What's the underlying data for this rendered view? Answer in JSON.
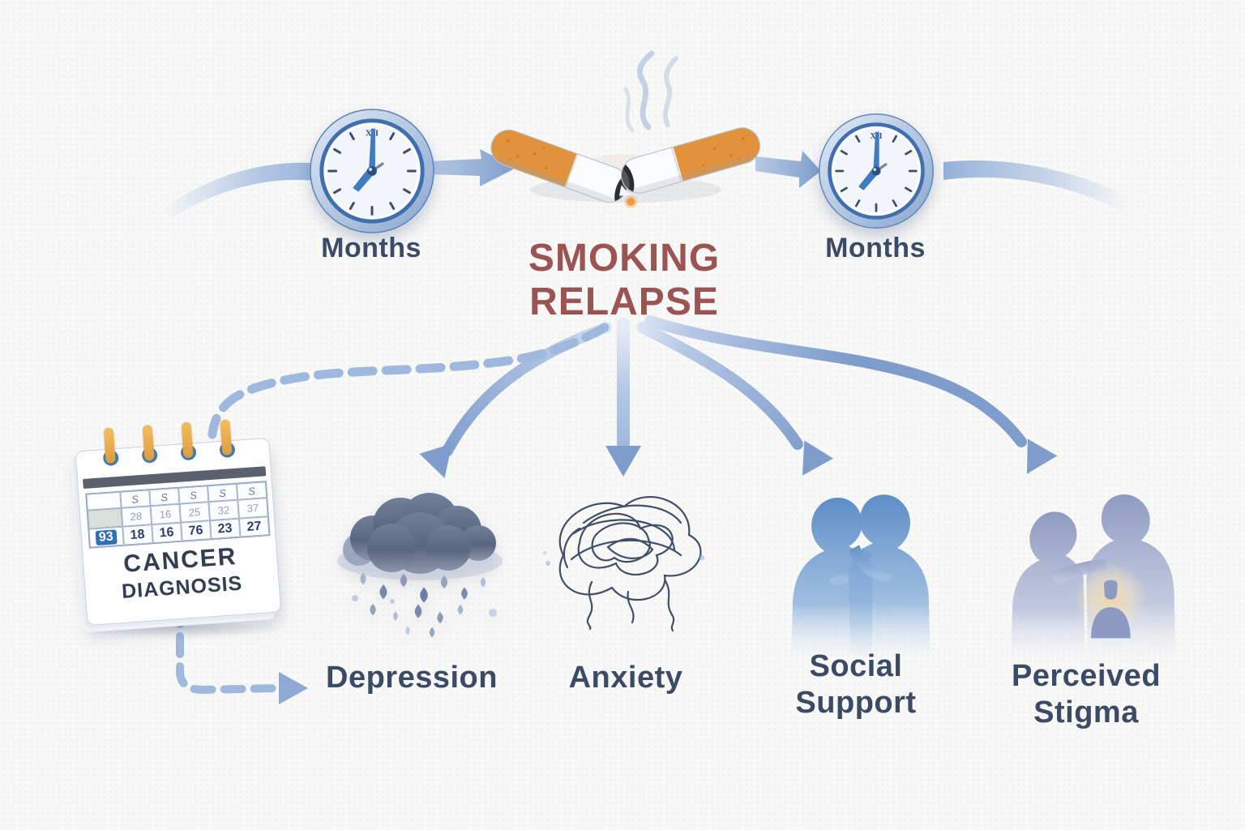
{
  "diagram_title": {
    "line1": "SMOKING",
    "line2": "RELAPSE"
  },
  "timeline": {
    "left_clock_label": "Months",
    "right_clock_label": "Months"
  },
  "trigger": {
    "title_line1": "CANCER",
    "title_line2": "DIAGNOSIS",
    "calendar_grid": {
      "header": [
        "",
        "S",
        "S",
        "S",
        "S",
        "S"
      ],
      "week1": [
        "",
        "28",
        "16",
        "25",
        "32",
        "37"
      ],
      "week2": [
        "93",
        "18",
        "16",
        "76",
        "23",
        "27"
      ],
      "highlighted_day": "93"
    }
  },
  "factors": {
    "depression": {
      "label": "Depression",
      "icon": "storm-cloud-rain-icon"
    },
    "anxiety": {
      "label": "Anxiety",
      "icon": "tangled-scribble-icon"
    },
    "social_support": {
      "label_line1": "Social",
      "label_line2": "Support",
      "icon": "two-people-talking-icon"
    },
    "perceived_stigma": {
      "label_line1": "Perceived",
      "label_line2": "Stigma",
      "icon": "family-silhouette-isolated-child-icon"
    }
  },
  "connections": [
    {
      "from": "months-before",
      "to": "smoking-relapse",
      "style": "solid-arrow"
    },
    {
      "from": "smoking-relapse",
      "to": "months-after",
      "style": "solid-arrow"
    },
    {
      "from": "smoking-relapse",
      "to": "cancer-diagnosis",
      "style": "dashed",
      "arrowhead": false
    },
    {
      "from": "smoking-relapse",
      "to": "depression",
      "style": "solid-arrow"
    },
    {
      "from": "smoking-relapse",
      "to": "anxiety",
      "style": "solid-arrow"
    },
    {
      "from": "smoking-relapse",
      "to": "social-support",
      "style": "solid-arrow"
    },
    {
      "from": "smoking-relapse",
      "to": "perceived-stigma",
      "style": "solid-arrow"
    },
    {
      "from": "cancer-diagnosis",
      "to": "depression",
      "style": "dashed-arrow"
    }
  ],
  "icons": {
    "left_clock": "clock-icon",
    "right_clock": "clock-icon",
    "center": "broken-cigarette-smoke-icon"
  },
  "colors": {
    "arrow_blue": "#8fa9d4",
    "title_red": "#9c5353",
    "label_navy": "#3b4b66",
    "clock_ring_blue": "#5b82b8",
    "cigarette_orange": "#e2923a",
    "cloud_dark": "#59667f",
    "figure_blue": "#5d8ec7",
    "figure_lavender": "#8e9ac1",
    "calendar_highlight_blue": "#2f6db5",
    "background": "#f8f8f7"
  }
}
